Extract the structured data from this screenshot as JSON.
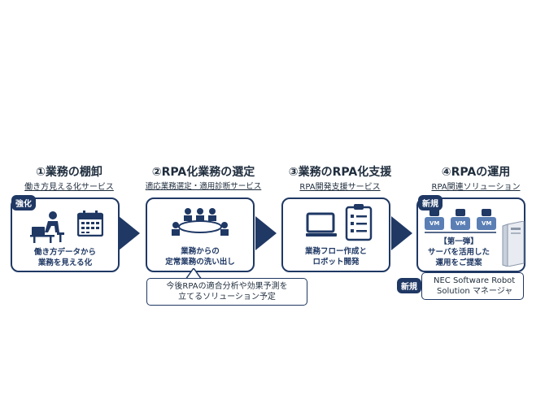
{
  "steps": [
    {
      "title": "①業務の棚卸",
      "subtitle": "働き方見える化サービス",
      "caption_line1": "働き方データから",
      "caption_line2": "業務を見える化",
      "badge": "強化"
    },
    {
      "title": "②RPA化業務の選定",
      "subtitle": "適応業務選定・適用診断サービス",
      "caption_line1": "業務からの",
      "caption_line2": "定常業務の洗い出し"
    },
    {
      "title": "③業務のRPA化支援",
      "subtitle": "RPA開発支援サービス",
      "caption_line1": "業務フロー作成と",
      "caption_line2": "ロボット開発"
    },
    {
      "title": "④RPAの運用",
      "subtitle": "RPA関連ソリューション",
      "caption_line1": "【第一弾】",
      "caption_line2": "サーバを活用した",
      "caption_line3": "運用をご提案",
      "badge": "新規",
      "vm_label": "VM"
    }
  ],
  "callout": {
    "line1": "今後RPAの適合分析や効果予測を",
    "line2": "立てるソリューション予定"
  },
  "product": {
    "badge": "新規",
    "line1": "NEC Software Robot",
    "line2": "Solution マネージャ"
  },
  "colors": {
    "navy": "#1f3864",
    "text": "#1f2d3d"
  },
  "icons": [
    "desk-worker-icon",
    "calendar-icon",
    "meeting-icon",
    "monitor-icon",
    "checklist-icon",
    "robot-icon",
    "server-icon",
    "arrow-right-icon"
  ]
}
